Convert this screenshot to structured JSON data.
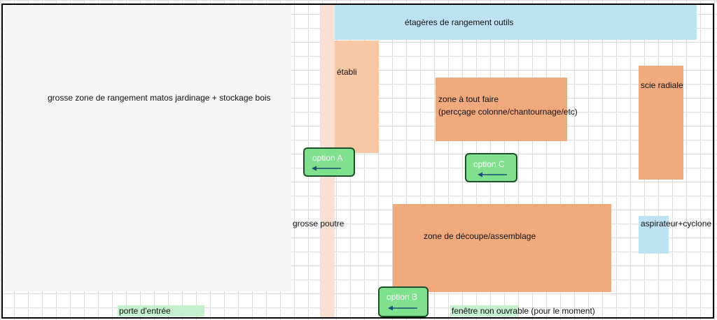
{
  "zones": {
    "storage": "grosse zone de rangement matos jardinage + stockage bois",
    "beam": "grosse poutre",
    "shelves": "étagères de rangement outils",
    "workbench": "établi",
    "multizone_line1": "zone à tout faire",
    "multizone_line2": "(percçage colonne/chantournage/etc)",
    "saw": "scie radiale",
    "cutzone": "zone de découpe/assemblage",
    "vacuum": "aspirateur+cyclone",
    "door": "porte d'entrée",
    "window": "fenêtre non ouvrable (pour le moment)"
  },
  "options": {
    "a": "option A",
    "b": "option B",
    "c": "option C"
  },
  "colors": {
    "orange_zone": "#f0a87d",
    "light_orange_zone": "#f8c7a6",
    "beam": "#fae0d2",
    "blue_zone": "#bde3f2",
    "green_zone": "#c6efce",
    "option_fill": "#7fe08e",
    "option_border": "#1e4d2b",
    "arrow": "#1f4e79"
  },
  "icons": {
    "option_arrow": "left-arrow-icon"
  }
}
